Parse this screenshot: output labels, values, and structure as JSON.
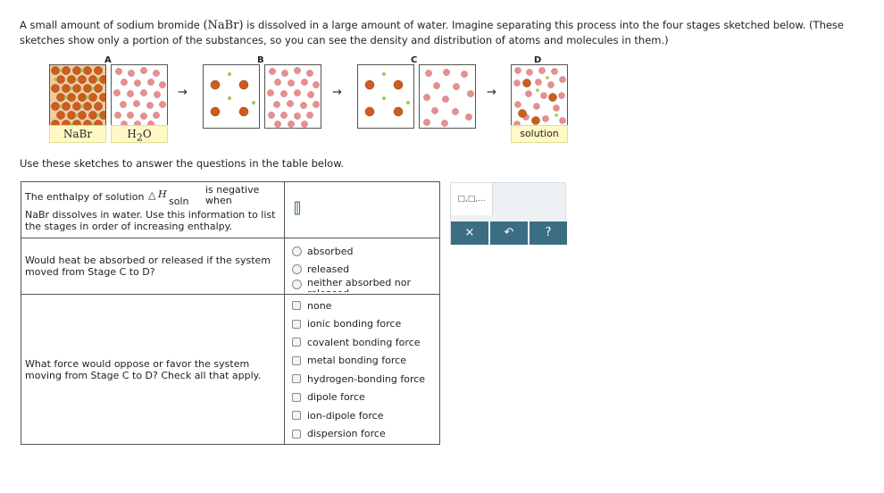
{
  "intro": {
    "part1": "A small amount of sodium bromide ",
    "formula": "(NaBr)",
    "part2": " is dissolved in a large amount of water. Imagine separating this process into the four stages sketched below. (These sketches show only a portion of the substances, so you can see the density and distribution of atoms and molecules in them.)"
  },
  "stages": {
    "a": "A",
    "b": "B",
    "c": "C",
    "d": "D",
    "arrow": "→",
    "tag_nabr": "NaBr",
    "tag_water_h": "H",
    "tag_water_sub": "2",
    "tag_water_o": "O",
    "tag_solution": "solution"
  },
  "instructions": "Use these sketches to answer the questions in the table below.",
  "q1": {
    "line1": "The enthalpy of solution",
    "delta": "△",
    "h": "H",
    "soln": "soln",
    "is_negative": "is negative",
    "when": "when",
    "rest": "NaBr dissolves in water. Use this information to list the stages in order of increasing enthalpy."
  },
  "q2": {
    "text": "Would heat be absorbed or released if the system moved from Stage C to D?",
    "options": [
      "absorbed",
      "released",
      "neither absorbed nor released"
    ]
  },
  "q3": {
    "text": "What force would oppose or favor the system moving from Stage C to D? Check all that apply.",
    "options": [
      "none",
      "ionic bonding force",
      "covalent bonding force",
      "metal bonding force",
      "hydrogen-bonding force",
      "dipole force",
      "ion-dipole force",
      "dispersion force"
    ]
  },
  "toolbar": {
    "template": "□,□,...",
    "clear": "×",
    "undo": "↶",
    "help": "?"
  },
  "colors": {
    "accent": "#3c6e83",
    "ion_orange": "#d2691e",
    "ion_green": "#8bc34a",
    "water_pink": "#e88f8f",
    "tag_yellow": "#fff9c7"
  }
}
